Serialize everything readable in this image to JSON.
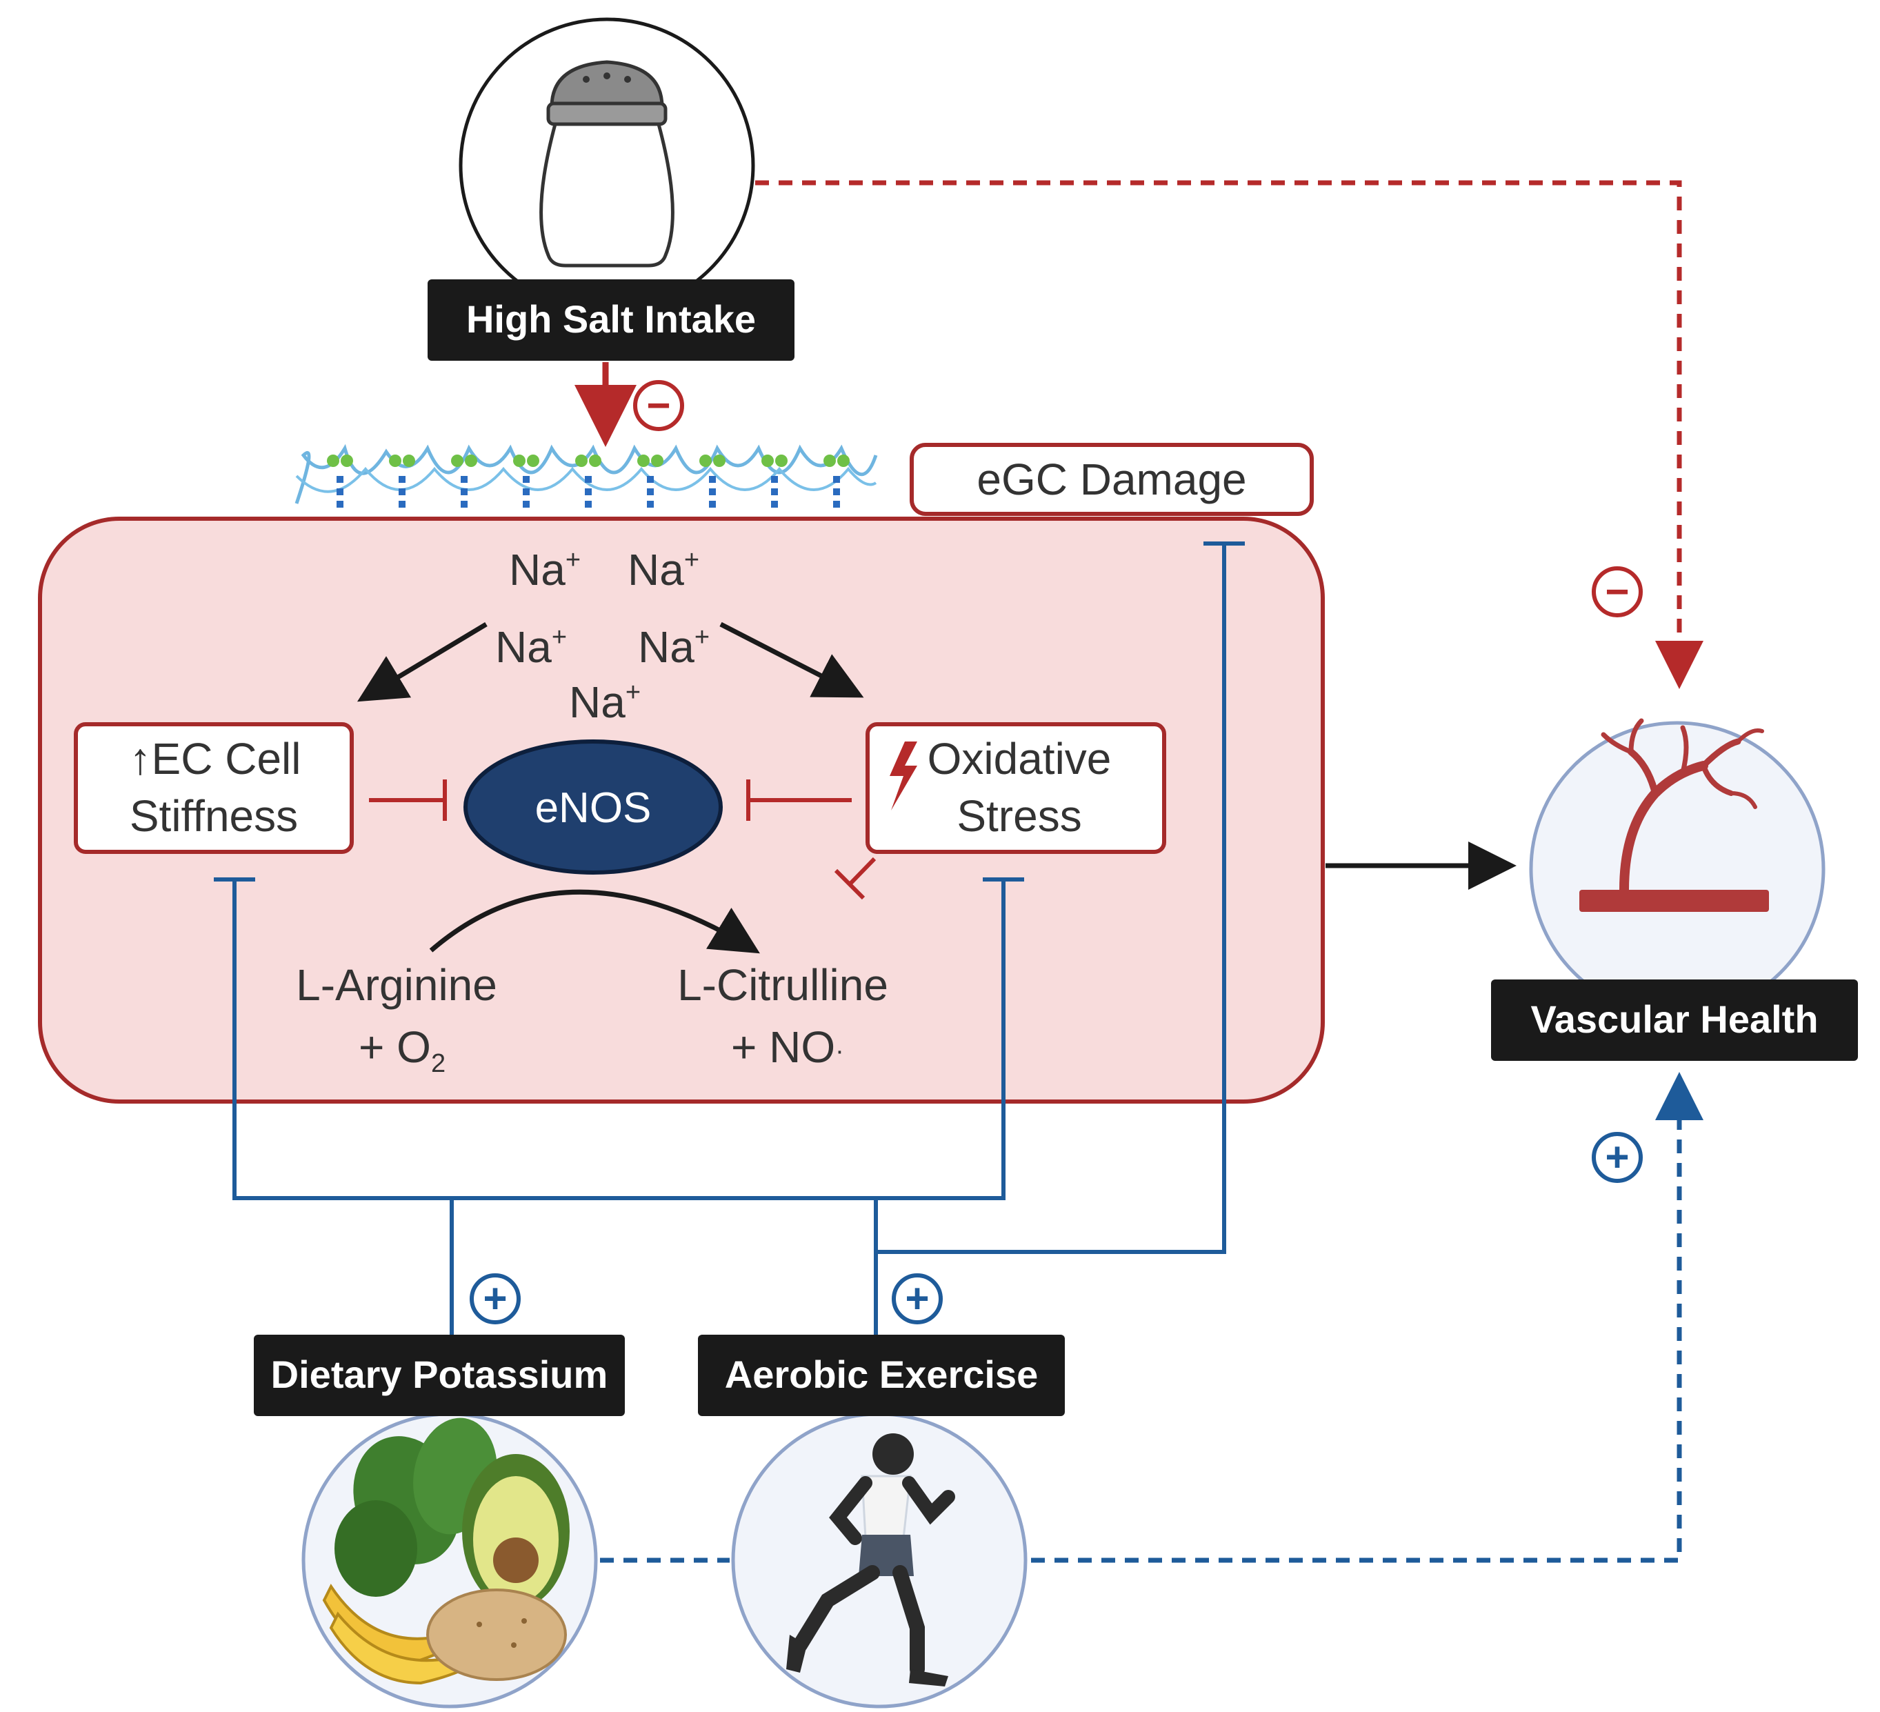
{
  "colors": {
    "red": "#b52a2a",
    "blue": "#1e5b9a",
    "cell_fill": "#f8dcdc",
    "cell_stroke": "#a52a2a",
    "enos_fill": "#1f3f6e",
    "label_bg": "#1a1a1a",
    "circle_fill": "#f1f4fa",
    "circle_stroke": "#8fa3c9"
  },
  "labels": {
    "high_salt": "High Salt Intake",
    "vascular_health": "Vascular Health",
    "dietary_potassium": "Dietary Potassium",
    "aerobic_exercise": "Aerobic Exercise",
    "egc_damage": "eGC Damage",
    "ec_stiffness_line1": "↑EC Cell",
    "ec_stiffness_line2": "Stiffness",
    "oxidative_line1": "Oxidative",
    "oxidative_line2": "Stress",
    "enos": "eNOS",
    "l_arginine": "L-Arginine",
    "plus_o2": "+ O",
    "o2_sub": "2",
    "l_citrulline": "L-Citrulline",
    "plus_no": "+ NO",
    "no_dot": "·"
  },
  "sodium": {
    "symbol": "Na",
    "charge": "+"
  },
  "signs": {
    "minus": "−",
    "plus": "+"
  },
  "icons": [
    "salt-shaker-icon",
    "blood-vessel-icon",
    "vegetables-icon",
    "runner-icon",
    "lightning-icon",
    "glycocalyx-icon"
  ]
}
